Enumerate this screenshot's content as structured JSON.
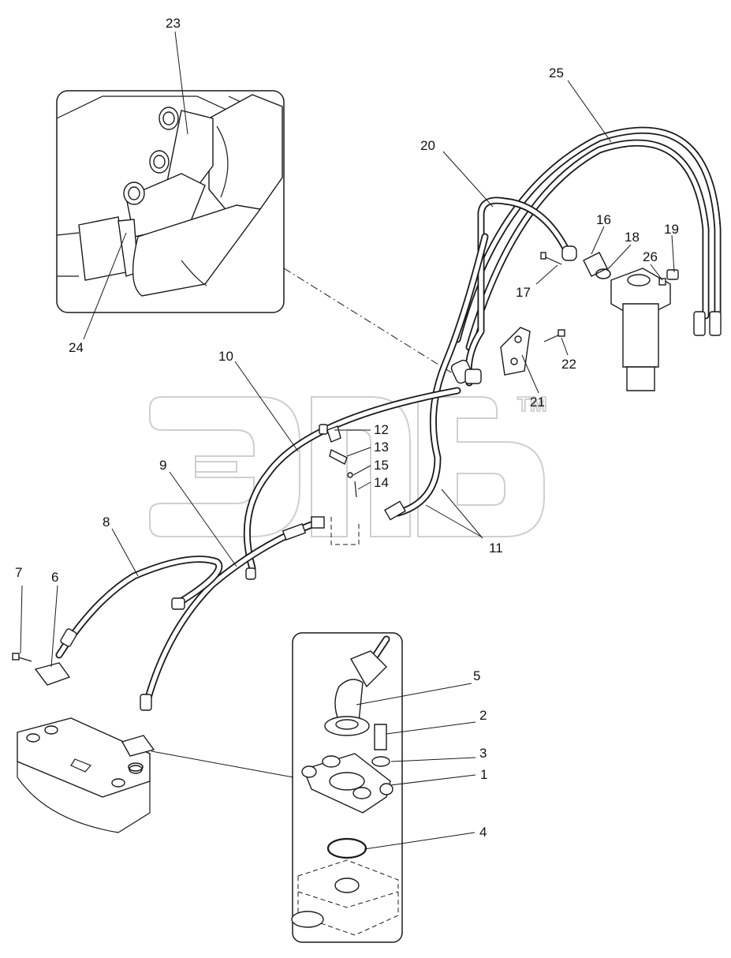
{
  "diagram": {
    "watermark_mark": "TM",
    "callouts": {
      "c1": "1",
      "c2": "2",
      "c3": "3",
      "c4": "4",
      "c5": "5",
      "c6": "6",
      "c7": "7",
      "c8": "8",
      "c9": "9",
      "c10": "10",
      "c11": "11",
      "c12": "12",
      "c13": "13",
      "c14": "14",
      "c15": "15",
      "c16": "16",
      "c17": "17",
      "c18": "18",
      "c19": "19",
      "c20": "20",
      "c21": "21",
      "c22": "22",
      "c23": "23",
      "c24": "24",
      "c25": "25",
      "c26": "26"
    },
    "colors": {
      "ink": "#1a1a1a",
      "watermark": "#cfcfcf",
      "background": "#ffffff"
    }
  }
}
